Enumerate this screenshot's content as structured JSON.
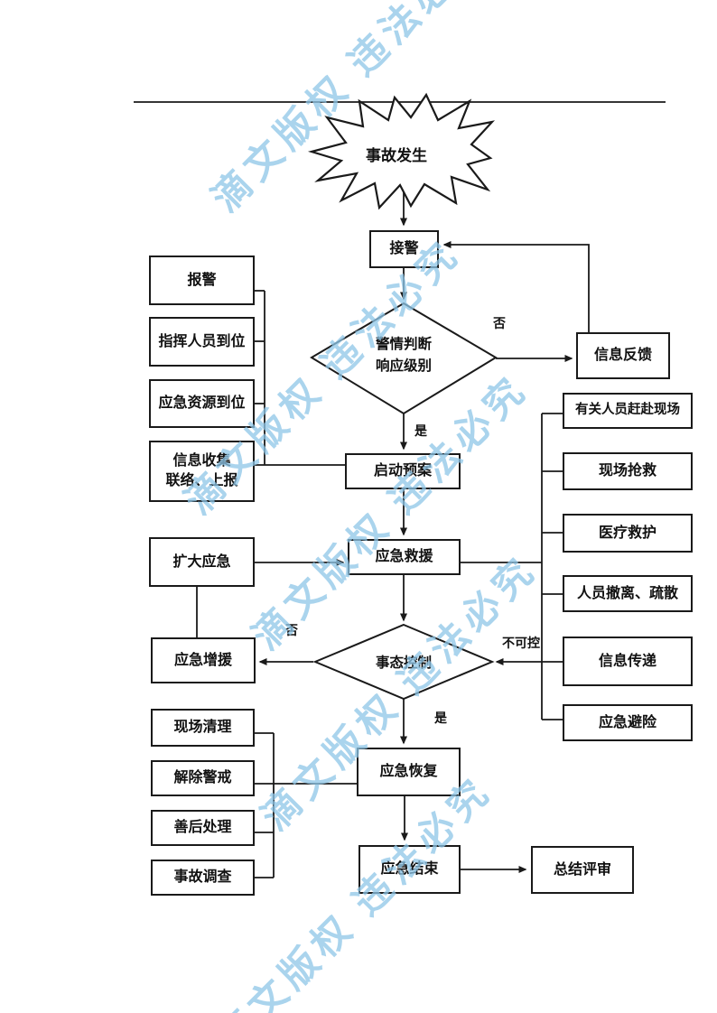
{
  "watermark": {
    "text": "滴文版权 违法必究",
    "color": "#8ec6e8"
  },
  "labels": {
    "no": "否",
    "yes": "是",
    "uncontrollable": "不可控"
  },
  "line_color": "#1a1a1a",
  "nodes": {
    "start": {
      "label": "事故发生"
    },
    "jiejing": {
      "label": "接警"
    },
    "panduan": {
      "line1": "警情判断",
      "line2": "响应级别"
    },
    "fankui": {
      "label": "信息反馈"
    },
    "baojing": {
      "label": "报警"
    },
    "zhihui": {
      "label": "指挥人员到位"
    },
    "ziyuan": {
      "label": "应急资源到位"
    },
    "shouji": {
      "line1": "信息收集",
      "line2": "联络、上报"
    },
    "qidong": {
      "label": "启动预案"
    },
    "jiuyuan": {
      "label": "应急救援"
    },
    "kuoda": {
      "label": "扩大应急"
    },
    "zengyuan": {
      "label": "应急增援"
    },
    "shitai": {
      "label": "事态控制"
    },
    "ganfu": {
      "label": "有关人员赶赴现场"
    },
    "qiangjiu": {
      "label": "现场抢救"
    },
    "yiliao": {
      "label": "医疗救护"
    },
    "chechi": {
      "label": "人员撤离、疏散"
    },
    "chuandi": {
      "label": "信息传递"
    },
    "bixian": {
      "label": "应急避险"
    },
    "huifu": {
      "label": "应急恢复"
    },
    "qingli": {
      "label": "现场清理"
    },
    "jiechu": {
      "label": "解除警戒"
    },
    "shanhou": {
      "label": "善后处理"
    },
    "diaocha": {
      "label": "事故调查"
    },
    "jieshu": {
      "label": "应急结束"
    },
    "pingshen": {
      "label": "总结评审"
    }
  }
}
